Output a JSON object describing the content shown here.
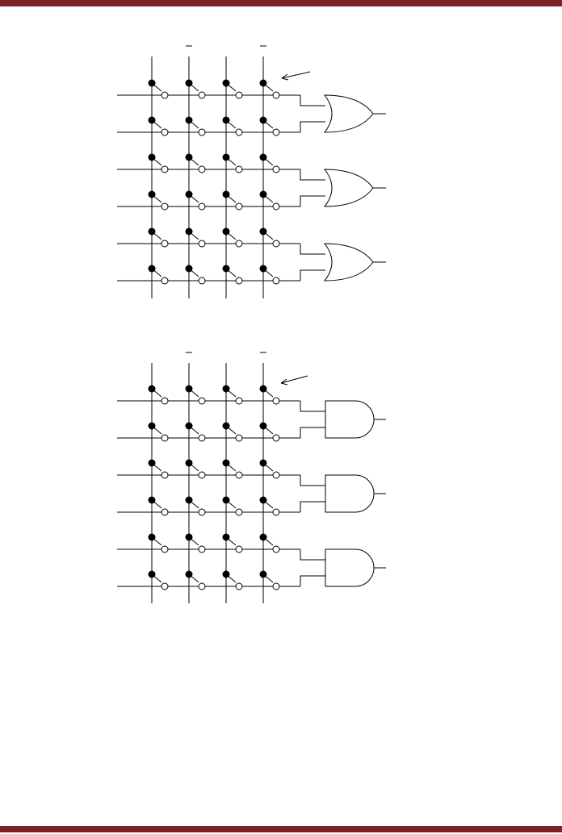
{
  "page": {
    "accent_color": "#7b2222"
  },
  "diagrams": [
    {
      "id": "or-array",
      "gate": "or",
      "columns": 4,
      "rows": 6,
      "gates": 3,
      "has_arrow": true
    },
    {
      "id": "and-array",
      "gate": "and",
      "columns": 4,
      "rows": 6,
      "gates": 3,
      "has_arrow": true
    }
  ],
  "icons": {
    "fuse": "fuse-switch-icon",
    "or_gate": "or-gate-icon",
    "and_gate": "and-gate-icon",
    "arrow": "arrow-icon"
  }
}
